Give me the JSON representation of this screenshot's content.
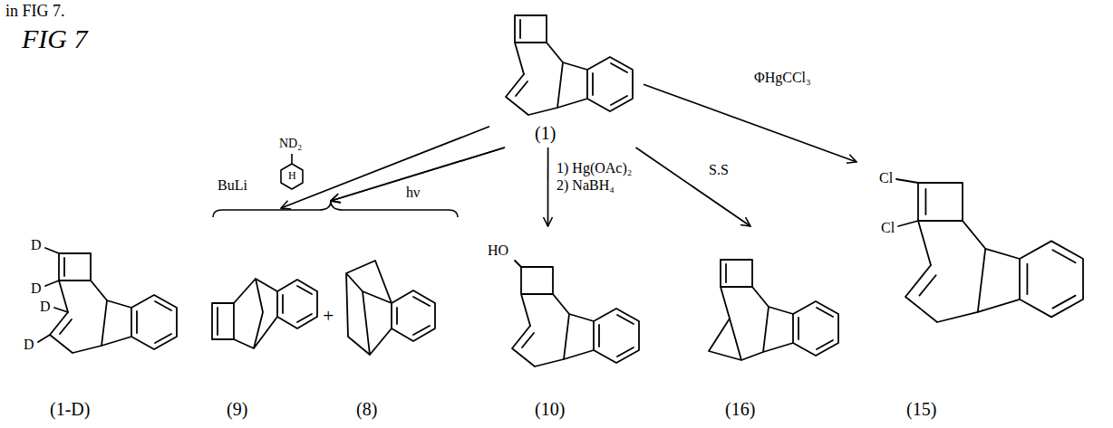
{
  "diagram": {
    "title": "FIG 7",
    "nodes": [
      {
        "text": [
          "(1)"
        ]
      },
      {
        "text": [
          "(1-D)"
        ]
      },
      {
        "text": [
          "(9)"
        ]
      },
      {
        "text": [
          "(8)"
        ]
      },
      {
        "text": [
          "(10)"
        ]
      },
      {
        "text": [
          "(16)"
        ]
      },
      {
        "text": [
          "(15)"
        ]
      }
    ],
    "edges": [
      {
        "from": 0,
        "to": 1,
        "arrow": "to",
        "label": "BuLi"
      },
      {
        "from": 0,
        "to": 2,
        "arrow": "to"
      },
      {
        "from": 0,
        "to": 3,
        "arrow": "to",
        "label": "hν"
      },
      {
        "from": 0,
        "to": 4,
        "arrow": "to",
        "label": "1) Hg(OAc)₂ 2) NaBH₄"
      },
      {
        "from": 0,
        "to": 5,
        "arrow": "to",
        "label": "S.S"
      },
      {
        "from": 0,
        "to": 6,
        "arrow": "to",
        "label": "ΦHgCCl₃"
      }
    ],
    "labels": [
      "in FIG 7.",
      "ND₂",
      "H",
      "+",
      "D",
      "D",
      "D",
      "D",
      "HO",
      "Cl",
      "Cl"
    ]
  }
}
